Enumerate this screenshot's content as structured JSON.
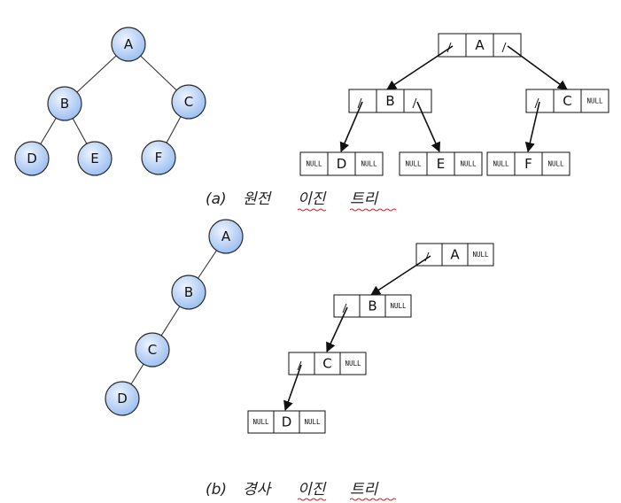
{
  "diagram_a": {
    "caption_prefix": "(a)",
    "caption_words": [
      "원전",
      "이진",
      "트리"
    ],
    "tree_nodes": [
      "A",
      "B",
      "C",
      "D",
      "E",
      "F"
    ],
    "linked_nodes": [
      {
        "left": "",
        "value": "A",
        "right": ""
      },
      {
        "left": "",
        "value": "B",
        "right": ""
      },
      {
        "left": "",
        "value": "C",
        "right": "NULL"
      },
      {
        "left": "NULL",
        "value": "D",
        "right": "NULL"
      },
      {
        "left": "NULL",
        "value": "E",
        "right": "NULL"
      },
      {
        "left": "NULL",
        "value": "F",
        "right": "NULL"
      }
    ]
  },
  "diagram_b": {
    "caption_prefix": "(b)",
    "caption_words": [
      "경사",
      "이진",
      "트리"
    ],
    "tree_nodes": [
      "A",
      "B",
      "C",
      "D"
    ],
    "linked_nodes": [
      {
        "left": "",
        "value": "A",
        "right": "NULL"
      },
      {
        "left": "",
        "value": "B",
        "right": "NULL"
      },
      {
        "left": "",
        "value": "C",
        "right": "NULL"
      },
      {
        "left": "NULL",
        "value": "D",
        "right": "NULL"
      }
    ]
  },
  "colors": {
    "node_fill_light": "#eaf1ff",
    "node_fill_dark": "#9ec0f2",
    "spellcheck_underline": "#d02020"
  }
}
